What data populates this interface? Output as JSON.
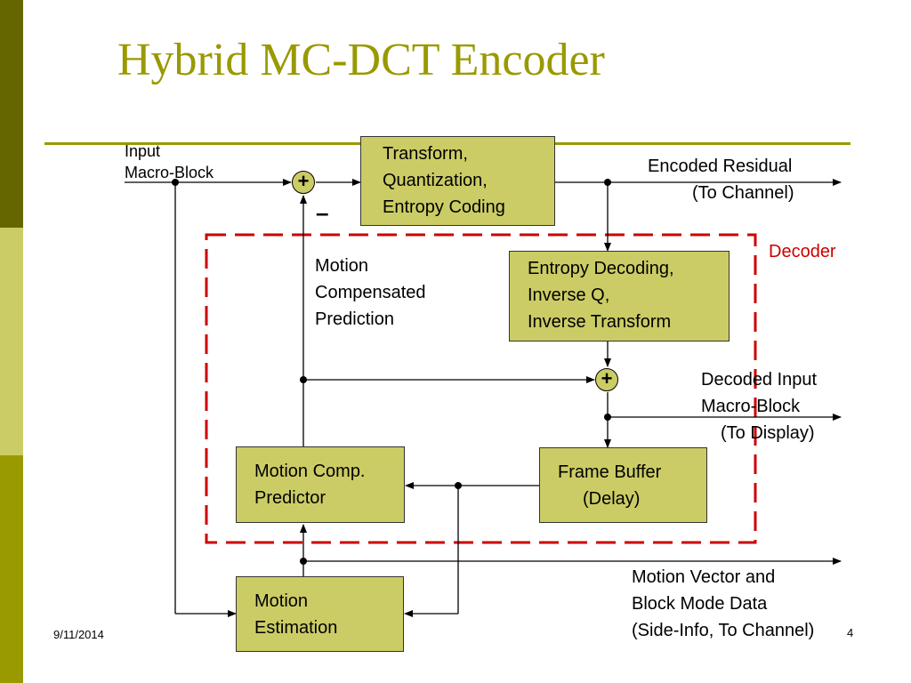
{
  "slide": {
    "title": "Hybrid MC-DCT Encoder",
    "date": "9/11/2014",
    "page_number": "4",
    "colors": {
      "accent": "#999900",
      "dark": "#666600",
      "light": "#cccc66",
      "box_fill": "#cccc66",
      "decoder_border": "#cc0000"
    }
  },
  "diagram": {
    "input_label": [
      "Input",
      "Macro-Block"
    ],
    "sum_symbol": "+",
    "minus_symbol": "–",
    "boxes": {
      "tqe": [
        "Transform,",
        "Quantization,",
        "Entropy Coding"
      ],
      "decode": [
        "Entropy Decoding,",
        "Inverse Q,",
        "Inverse Transform"
      ],
      "mcp": [
        "Motion Comp.",
        "Predictor"
      ],
      "framebuf": [
        "Frame Buffer",
        "(Delay)"
      ],
      "motion_est": [
        "Motion",
        "Estimation"
      ]
    },
    "labels": {
      "encoded_residual": [
        "Encoded Residual",
        "(To Channel)"
      ],
      "decoder": "Decoder",
      "mc_prediction": [
        "Motion",
        "Compensated",
        "Prediction"
      ],
      "decoded_input": [
        "Decoded Input",
        "Macro-Block",
        "(To Display)"
      ],
      "motion_vector": [
        "Motion Vector and",
        "Block Mode Data",
        "(Side-Info, To Channel)"
      ]
    }
  }
}
